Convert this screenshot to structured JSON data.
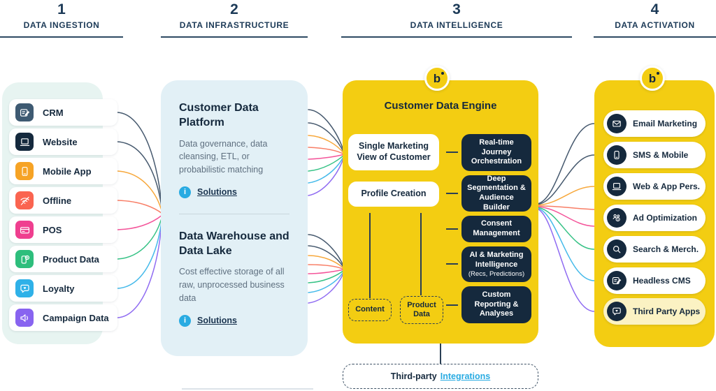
{
  "brand": {
    "letter": "b"
  },
  "colors": {
    "navy": "#15293D",
    "yellow_panel": "#F3CD12",
    "mint_panel": "#E7F4F1",
    "blue_panel": "#E2F0F6",
    "link_cyan": "#29ABE2",
    "highlight_pill": "#FBF2C3"
  },
  "connector_colors": {
    "navy": "#46596E",
    "orange": "#F7A83C",
    "coral": "#F87E66",
    "pink": "#F4559A",
    "green": "#35C285",
    "cyan": "#45BAEA",
    "purple": "#8F6BF2"
  },
  "icons": {
    "info_glyph": "i"
  },
  "headers": [
    {
      "number": "1",
      "label": "DATA INGESTION"
    },
    {
      "number": "2",
      "label": "DATA INFRASTRUCTURE"
    },
    {
      "number": "3",
      "label": "DATA INTELLIGENCE"
    },
    {
      "number": "4",
      "label": "DATA ACTIVATION"
    }
  ],
  "ingestion": {
    "items": [
      {
        "label": "CRM",
        "icon": "document-edit-icon",
        "color": "#3E5A72"
      },
      {
        "label": "Website",
        "icon": "laptop-icon",
        "color": "#15293D"
      },
      {
        "label": "Mobile App",
        "icon": "smartphone-icon",
        "color": "#F6A325"
      },
      {
        "label": "Offline",
        "icon": "wifi-off-icon",
        "color": "#FA6450"
      },
      {
        "label": "POS",
        "icon": "credit-card-icon",
        "color": "#EF3F8F"
      },
      {
        "label": "Product Data",
        "icon": "product-alert-icon",
        "color": "#2EBE7C"
      },
      {
        "label": "Loyalty",
        "icon": "chat-heart-icon",
        "color": "#2FB1E8"
      },
      {
        "label": "Campaign Data",
        "icon": "megaphone-icon",
        "color": "#8864F0"
      }
    ]
  },
  "infrastructure": {
    "sections": [
      {
        "title": "Customer Data Platform",
        "description": "Data governance, data cleansing, ETL, or probabilistic matching",
        "link_label": "Solutions",
        "icon": "info-icon"
      },
      {
        "title": "Data Warehouse and Data Lake",
        "description": "Cost effective storage of all raw, unprocessed business data",
        "link_label": "Solutions",
        "icon": "info-icon"
      }
    ]
  },
  "intelligence": {
    "title": "Customer Data Engine",
    "white_cards": [
      "Single Marketing View of Customer",
      "Profile Creation"
    ],
    "dark_cards": [
      {
        "label": "Real-time Journey Orchestration"
      },
      {
        "label": "Deep Segmentation & Audience Builder"
      },
      {
        "label": "Consent Management"
      },
      {
        "label": "AI & Marketing Intelligence",
        "sub": "(Recs, Predictions)"
      },
      {
        "label": "Custom Reporting & Analyses"
      }
    ],
    "dashed_cards": [
      "Content",
      "Product Data"
    ]
  },
  "activation": {
    "items": [
      {
        "label": "Email Marketing",
        "icon": "envelope-icon"
      },
      {
        "label": "SMS & Mobile",
        "icon": "smartphone-icon"
      },
      {
        "label": "Web & App Pers.",
        "icon": "laptop-icon"
      },
      {
        "label": "Ad Optimization",
        "icon": "audience-dollar-icon"
      },
      {
        "label": "Search & Merch.",
        "icon": "magnifier-icon"
      },
      {
        "label": "Headless CMS",
        "icon": "document-edit-icon"
      },
      {
        "label": "Third Party Apps",
        "icon": "chat-bubble-icon",
        "highlight": true
      }
    ]
  },
  "footer": {
    "prefix": "Third-party",
    "link_label": "Integrations"
  }
}
